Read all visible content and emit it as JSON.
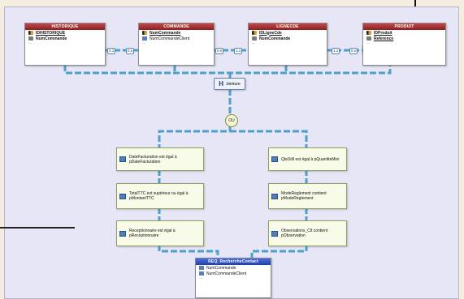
{
  "colors": {
    "canvas": "#e6e6f7",
    "table_header": "#a02828",
    "result_header": "#2f4fc4",
    "link": "#4fa0c8",
    "condition_bg": "#f7fbe8"
  },
  "tables": {
    "historique": {
      "title": "HISTORIQUE",
      "fields": [
        "IDHISTORIQUE",
        "NumCommande"
      ],
      "more": "..."
    },
    "commande": {
      "title": "COMMANDE",
      "fields": [
        "NumCommande",
        "NumCommandeClient"
      ],
      "more": "..."
    },
    "lignecde": {
      "title": "LIGNECDE",
      "fields": [
        "IDLigneCde",
        "NumCommande"
      ],
      "more": "..."
    },
    "produit": {
      "title": "PRODUIT",
      "fields": [
        "IDProduit",
        "Reference"
      ],
      "more": "..."
    }
  },
  "relations": {
    "r1": "0,1",
    "r2": "0,n",
    "r3": "0,n",
    "r4": "1,1",
    "r5": "1,1",
    "r6": "0,n"
  },
  "jointure": {
    "label": "Jointure",
    "icon": "join-icon"
  },
  "operator": {
    "label": "OU"
  },
  "conditions_left": [
    {
      "text": "DateFacturation est égal à pDateFacturation"
    },
    {
      "text": "TotalTTC est supérieur ou égal à pMontantTTC"
    },
    {
      "text": "Receptionnaire est égal à pReceptionnaire"
    }
  ],
  "conditions_right": [
    {
      "text": "QteStill est égal à pQuantiteMini"
    },
    {
      "text": "ModeReglement contient pModeReglement"
    },
    {
      "text": "Observations_Clt contient pObservation"
    }
  ],
  "result": {
    "title": "REQ_RechercheContact",
    "fields": [
      "NumCommande",
      "NumCommandeClient"
    ],
    "more": "..."
  }
}
